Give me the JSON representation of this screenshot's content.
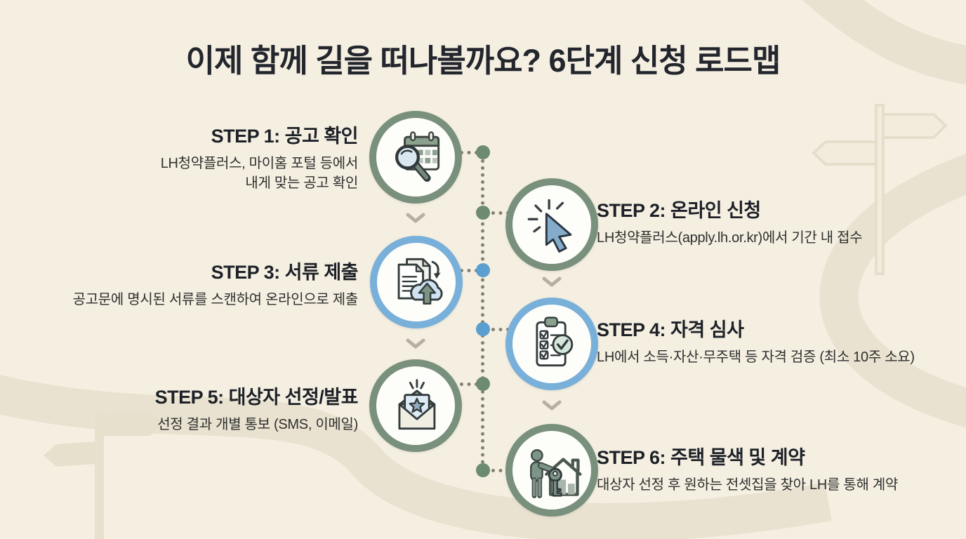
{
  "title": "이제 함께 길을 떠나볼까요? 6단계 신청 로드맵",
  "colors": {
    "background": "#f5efe2",
    "title_text": "#23262d",
    "step_green_ring": "#78907c",
    "step_blue_ring": "#79b0da",
    "node_green": "#6d8a72",
    "node_blue": "#5b9ed0",
    "dotted_line": "#82826f",
    "chevron": "#b7b0a2"
  },
  "steps": [
    {
      "label": "STEP 1",
      "title": "STEP 1: 공고 확인",
      "desc_lines": [
        "LH청약플러스, 마이홈 포털 등에서",
        "내게 맞는 공고 확인"
      ],
      "side": "left",
      "ring": "green",
      "icon": "calendar-search-icon"
    },
    {
      "label": "STEP 2",
      "title": "STEP 2: 온라인 신청",
      "desc_lines": [
        "LH청약플러스(apply.lh.or.kr)에서 기간 내 접수"
      ],
      "side": "right",
      "ring": "green",
      "icon": "cursor-click-icon"
    },
    {
      "label": "STEP 3",
      "title": "STEP 3: 서류 제출",
      "desc_lines": [
        "공고문에 명시된 서류를 스캔하여 온라인으로 제출"
      ],
      "side": "left",
      "ring": "blue",
      "icon": "document-upload-icon"
    },
    {
      "label": "STEP 4",
      "title": "STEP 4: 자격 심사",
      "desc_lines": [
        "LH에서 소득·자산·무주택 등 자격 검증 (최소 10주 소요)"
      ],
      "side": "right",
      "ring": "blue",
      "icon": "clipboard-check-icon"
    },
    {
      "label": "STEP 5",
      "title": "STEP 5: 대상자 선정/발표",
      "desc_lines": [
        "선정 결과 개별 통보 (SMS, 이메일)"
      ],
      "side": "left",
      "ring": "green",
      "icon": "mail-star-icon"
    },
    {
      "label": "STEP 6",
      "title": "STEP 6: 주택 물색 및 계약",
      "desc_lines": [
        "대상자 선정 후 원하는 전셋집을 찾아 LH를 통해 계약"
      ],
      "side": "right",
      "ring": "green",
      "icon": "person-house-key-icon"
    }
  ],
  "decorations": [
    "road-path",
    "signpost-top-right",
    "signpost-bottom-left"
  ]
}
